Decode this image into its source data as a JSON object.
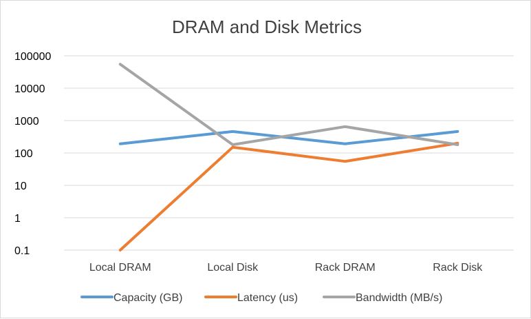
{
  "chart_data": {
    "type": "line",
    "title": "DRAM and Disk Metrics",
    "xlabel": "",
    "ylabel": "",
    "yscale": "log",
    "ylim": [
      0.1,
      100000
    ],
    "yticks": [
      "0.1",
      "1",
      "10",
      "100",
      "1000",
      "10000",
      "100000"
    ],
    "categories": [
      "Local DRAM",
      "Local Disk",
      "Rack DRAM",
      "Rack Disk"
    ],
    "grid": true,
    "legend_position": "bottom",
    "series": [
      {
        "name": "Capacity (GB)",
        "color": "#5b9bd5",
        "values": [
          192,
          460,
          192,
          460
        ]
      },
      {
        "name": "Latency (us)",
        "color": "#ed7d31",
        "values": [
          0.1,
          150,
          55,
          200
        ]
      },
      {
        "name": "Bandwidth (MB/s)",
        "color": "#a5a5a5",
        "values": [
          55000,
          180,
          650,
          180
        ]
      }
    ]
  }
}
